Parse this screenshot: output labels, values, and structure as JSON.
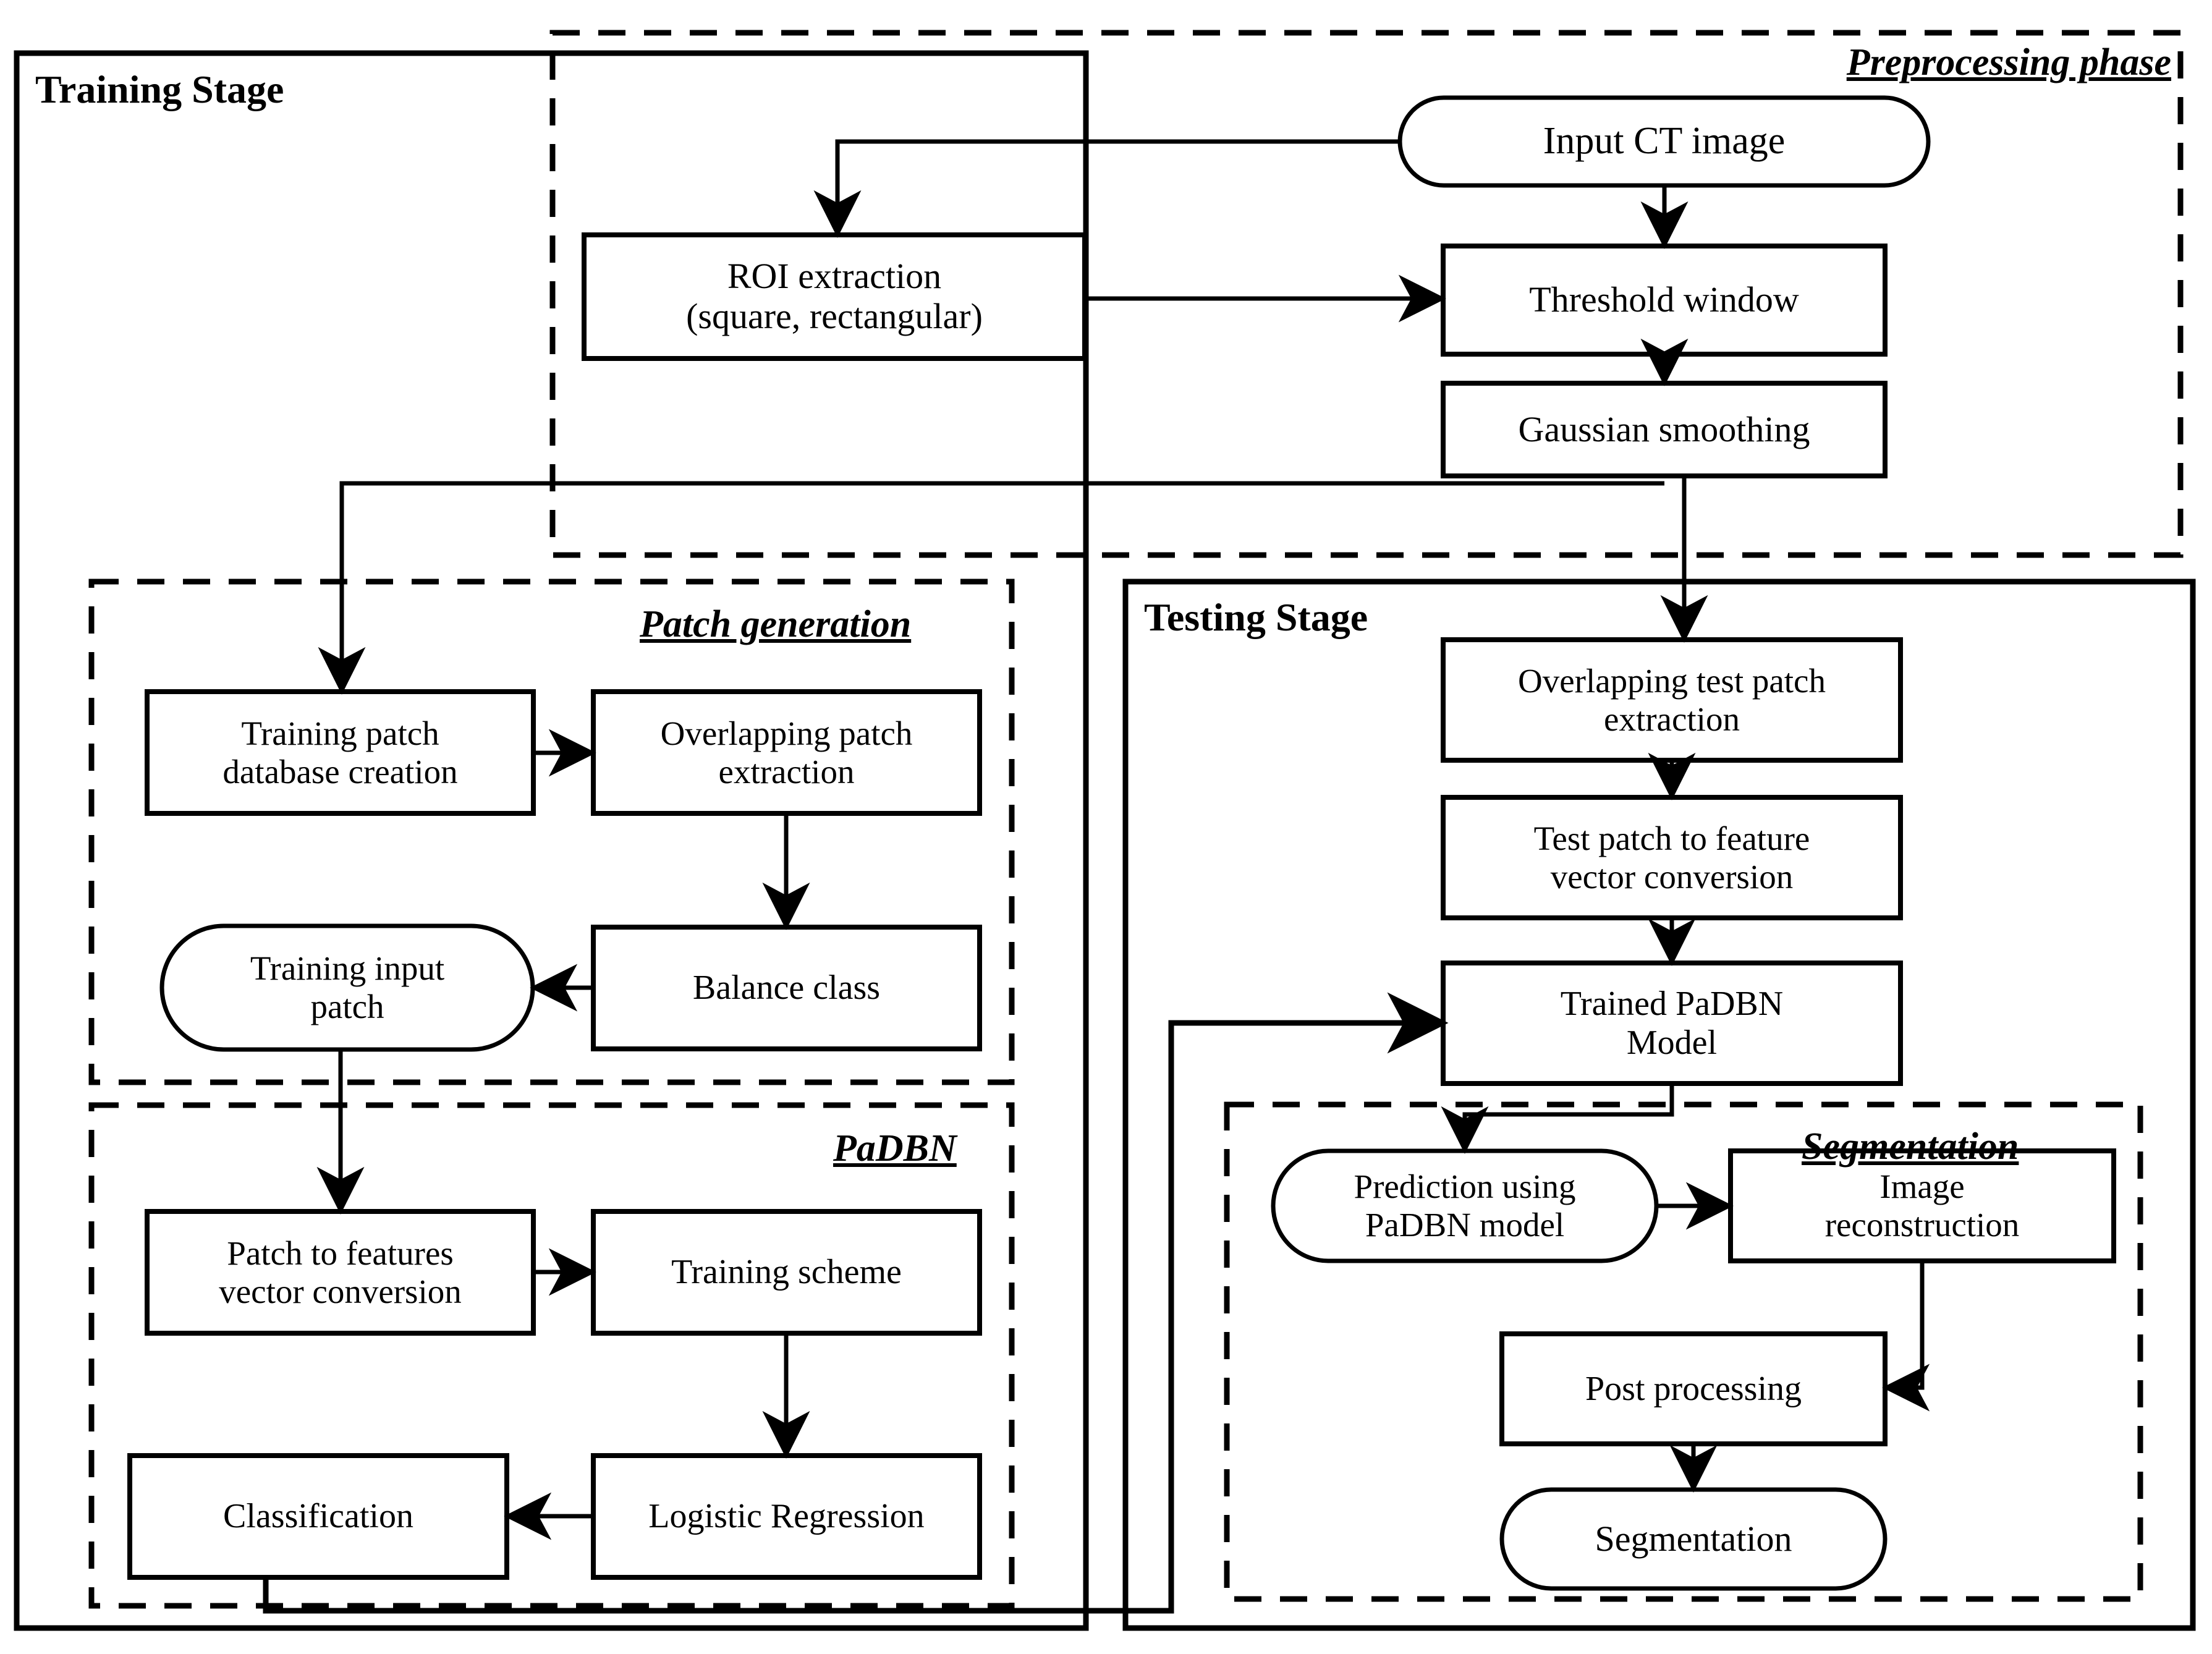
{
  "diagram": {
    "title": "PaDBN CT image segmentation pipeline flowchart",
    "colors": {
      "stroke": "#000000",
      "fill": "#ffffff",
      "background": "#ffffff"
    },
    "stages": [
      {
        "id": "training-stage",
        "label": "Training Stage"
      },
      {
        "id": "testing-stage",
        "label": "Testing Stage"
      }
    ],
    "groups": [
      {
        "id": "preprocessing-phase",
        "label": "Preprocessing phase"
      },
      {
        "id": "patch-generation",
        "label": "Patch generation"
      },
      {
        "id": "padbn",
        "label": "PaDBN"
      },
      {
        "id": "segmentation-group",
        "label": "Segmentation"
      }
    ],
    "nodes": [
      {
        "id": "input-ct-image",
        "label": "Input CT image",
        "shape": "rounded"
      },
      {
        "id": "roi-extraction",
        "label": "ROI extraction\n(square, rectangular)",
        "shape": "rect"
      },
      {
        "id": "threshold-window",
        "label": "Threshold window",
        "shape": "rect"
      },
      {
        "id": "gaussian-smoothing",
        "label": "Gaussian smoothing",
        "shape": "rect"
      },
      {
        "id": "training-patch-database-creation",
        "label": "Training patch\ndatabase creation",
        "shape": "rect"
      },
      {
        "id": "overlapping-patch-extraction",
        "label": "Overlapping patch\nextraction",
        "shape": "rect"
      },
      {
        "id": "balance-class",
        "label": "Balance class",
        "shape": "rect"
      },
      {
        "id": "training-input-patch",
        "label": "Training input\npatch",
        "shape": "rounded"
      },
      {
        "id": "patch-to-features-vector-conversion",
        "label": "Patch to features\nvector conversion",
        "shape": "rect"
      },
      {
        "id": "training-scheme",
        "label": "Training scheme",
        "shape": "rect"
      },
      {
        "id": "logistic-regression",
        "label": "Logistic Regression",
        "shape": "rect"
      },
      {
        "id": "classification",
        "label": "Classification",
        "shape": "rect"
      },
      {
        "id": "overlapping-test-patch-extraction",
        "label": "Overlapping test patch\nextraction",
        "shape": "rect"
      },
      {
        "id": "test-patch-to-feature-vector-conversion",
        "label": "Test patch to feature\nvector conversion",
        "shape": "rect"
      },
      {
        "id": "trained-padbn-model",
        "label": "Trained PaDBN\nModel",
        "shape": "rect"
      },
      {
        "id": "prediction-using-padbn-model",
        "label": "Prediction using\nPaDBN model",
        "shape": "rounded"
      },
      {
        "id": "image-reconstruction",
        "label": "Image\nreconstruction",
        "shape": "rect"
      },
      {
        "id": "post-processing",
        "label": "Post processing",
        "shape": "rect"
      },
      {
        "id": "segmentation-output",
        "label": "Segmentation",
        "shape": "rounded"
      }
    ],
    "edges": [
      {
        "from": "input-ct-image",
        "to": "roi-extraction"
      },
      {
        "from": "input-ct-image",
        "to": "threshold-window"
      },
      {
        "from": "roi-extraction",
        "to": "threshold-window"
      },
      {
        "from": "threshold-window",
        "to": "gaussian-smoothing"
      },
      {
        "from": "gaussian-smoothing",
        "to": "training-patch-database-creation"
      },
      {
        "from": "gaussian-smoothing",
        "to": "overlapping-test-patch-extraction"
      },
      {
        "from": "training-patch-database-creation",
        "to": "overlapping-patch-extraction"
      },
      {
        "from": "overlapping-patch-extraction",
        "to": "balance-class"
      },
      {
        "from": "balance-class",
        "to": "training-input-patch"
      },
      {
        "from": "training-input-patch",
        "to": "patch-to-features-vector-conversion"
      },
      {
        "from": "patch-to-features-vector-conversion",
        "to": "training-scheme"
      },
      {
        "from": "training-scheme",
        "to": "logistic-regression"
      },
      {
        "from": "logistic-regression",
        "to": "classification"
      },
      {
        "from": "classification",
        "to": "trained-padbn-model"
      },
      {
        "from": "overlapping-test-patch-extraction",
        "to": "test-patch-to-feature-vector-conversion"
      },
      {
        "from": "test-patch-to-feature-vector-conversion",
        "to": "trained-padbn-model"
      },
      {
        "from": "trained-padbn-model",
        "to": "prediction-using-padbn-model"
      },
      {
        "from": "prediction-using-padbn-model",
        "to": "image-reconstruction"
      },
      {
        "from": "image-reconstruction",
        "to": "post-processing"
      },
      {
        "from": "post-processing",
        "to": "segmentation-output"
      }
    ]
  }
}
